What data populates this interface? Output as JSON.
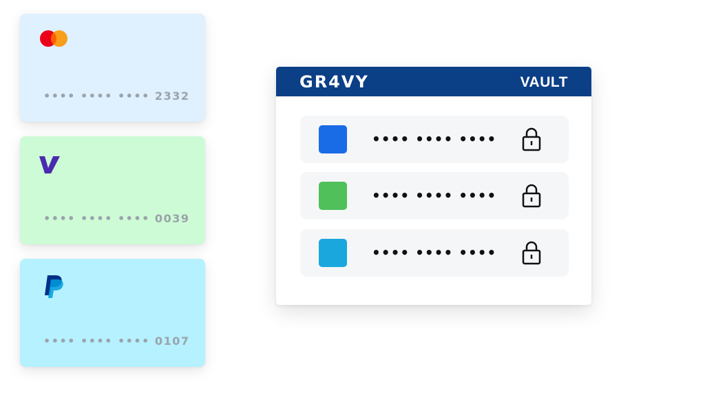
{
  "cards": [
    {
      "brand": "mastercard",
      "number": "•••• •••• •••• 2332",
      "last4": "2332",
      "background": "#dff0ff"
    },
    {
      "brand": "venmo",
      "number": "•••• •••• •••• 0039",
      "last4": "0039",
      "background": "#cdfbd5"
    },
    {
      "brand": "paypal",
      "number": "•••• •••• •••• 0107",
      "last4": "0107",
      "background": "#b5f1ff"
    }
  ],
  "vault": {
    "logo": "GR4VY",
    "title": "VAULT",
    "header_color": "#0b3f86",
    "rows": [
      {
        "color": "#1a6be6",
        "masked": "•••• •••• ••••"
      },
      {
        "color": "#4fc05a",
        "masked": "•••• •••• ••••"
      },
      {
        "color": "#1aa7de",
        "masked": "•••• •••• ••••"
      }
    ]
  }
}
